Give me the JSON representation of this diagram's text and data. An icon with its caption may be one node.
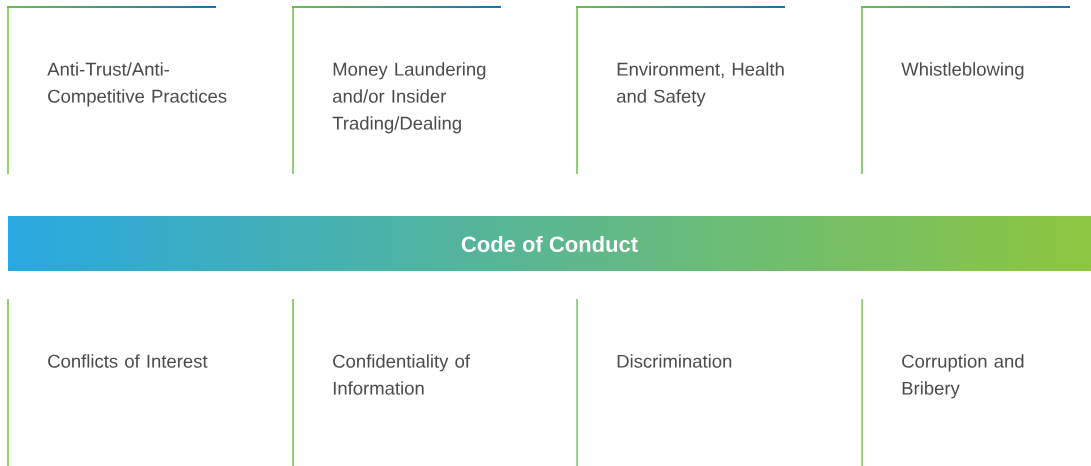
{
  "diagram": {
    "nodes": [
      {
        "text": [
          "Anti-Trust/Anti-Competitive Practices"
        ]
      },
      {
        "text": [
          "Money Laundering and/or Insider Trading/Dealing"
        ]
      },
      {
        "text": [
          "Environment, Health and Safety"
        ]
      },
      {
        "text": [
          "Whistleblowing"
        ]
      },
      {
        "text": [
          "Code of Conduct"
        ]
      },
      {
        "text": [
          "Conflicts of Interest"
        ]
      },
      {
        "text": [
          "Confidentiality of Information"
        ]
      },
      {
        "text": [
          "Discrimination"
        ]
      },
      {
        "text": [
          "Corruption and Bribery"
        ]
      }
    ]
  }
}
